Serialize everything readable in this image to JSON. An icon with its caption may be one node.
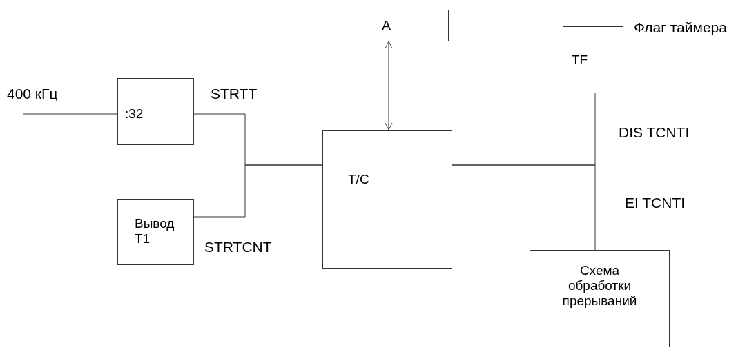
{
  "diagram": {
    "nodes": [
      {
        "text": [
          "A"
        ]
      },
      {
        "text": [
          "TF"
        ],
        "beside": [
          "Флаг таймера"
        ]
      },
      {
        "text": [
          ":32"
        ]
      },
      {
        "text": [
          "T/C"
        ]
      },
      {
        "text": [
          "Вывод T1"
        ]
      },
      {
        "text": [
          "Схема обработки прерываний"
        ]
      }
    ],
    "edges": [
      {
        "from": null,
        "to": 2,
        "arrow": "none",
        "label": "400 кГц"
      },
      {
        "from": 2,
        "to": 3,
        "arrow": "none"
      },
      {
        "from": 4,
        "to": 3,
        "arrow": "none"
      },
      {
        "from": 0,
        "to": 3,
        "arrow": "both"
      },
      {
        "from": 3,
        "to": 1,
        "arrow": "none"
      },
      {
        "from": 3,
        "to": 5,
        "arrow": "none"
      }
    ],
    "labels": [
      "STRTT",
      "STRTCNT",
      "DIS TCNTI",
      "EI TCNTI"
    ]
  }
}
